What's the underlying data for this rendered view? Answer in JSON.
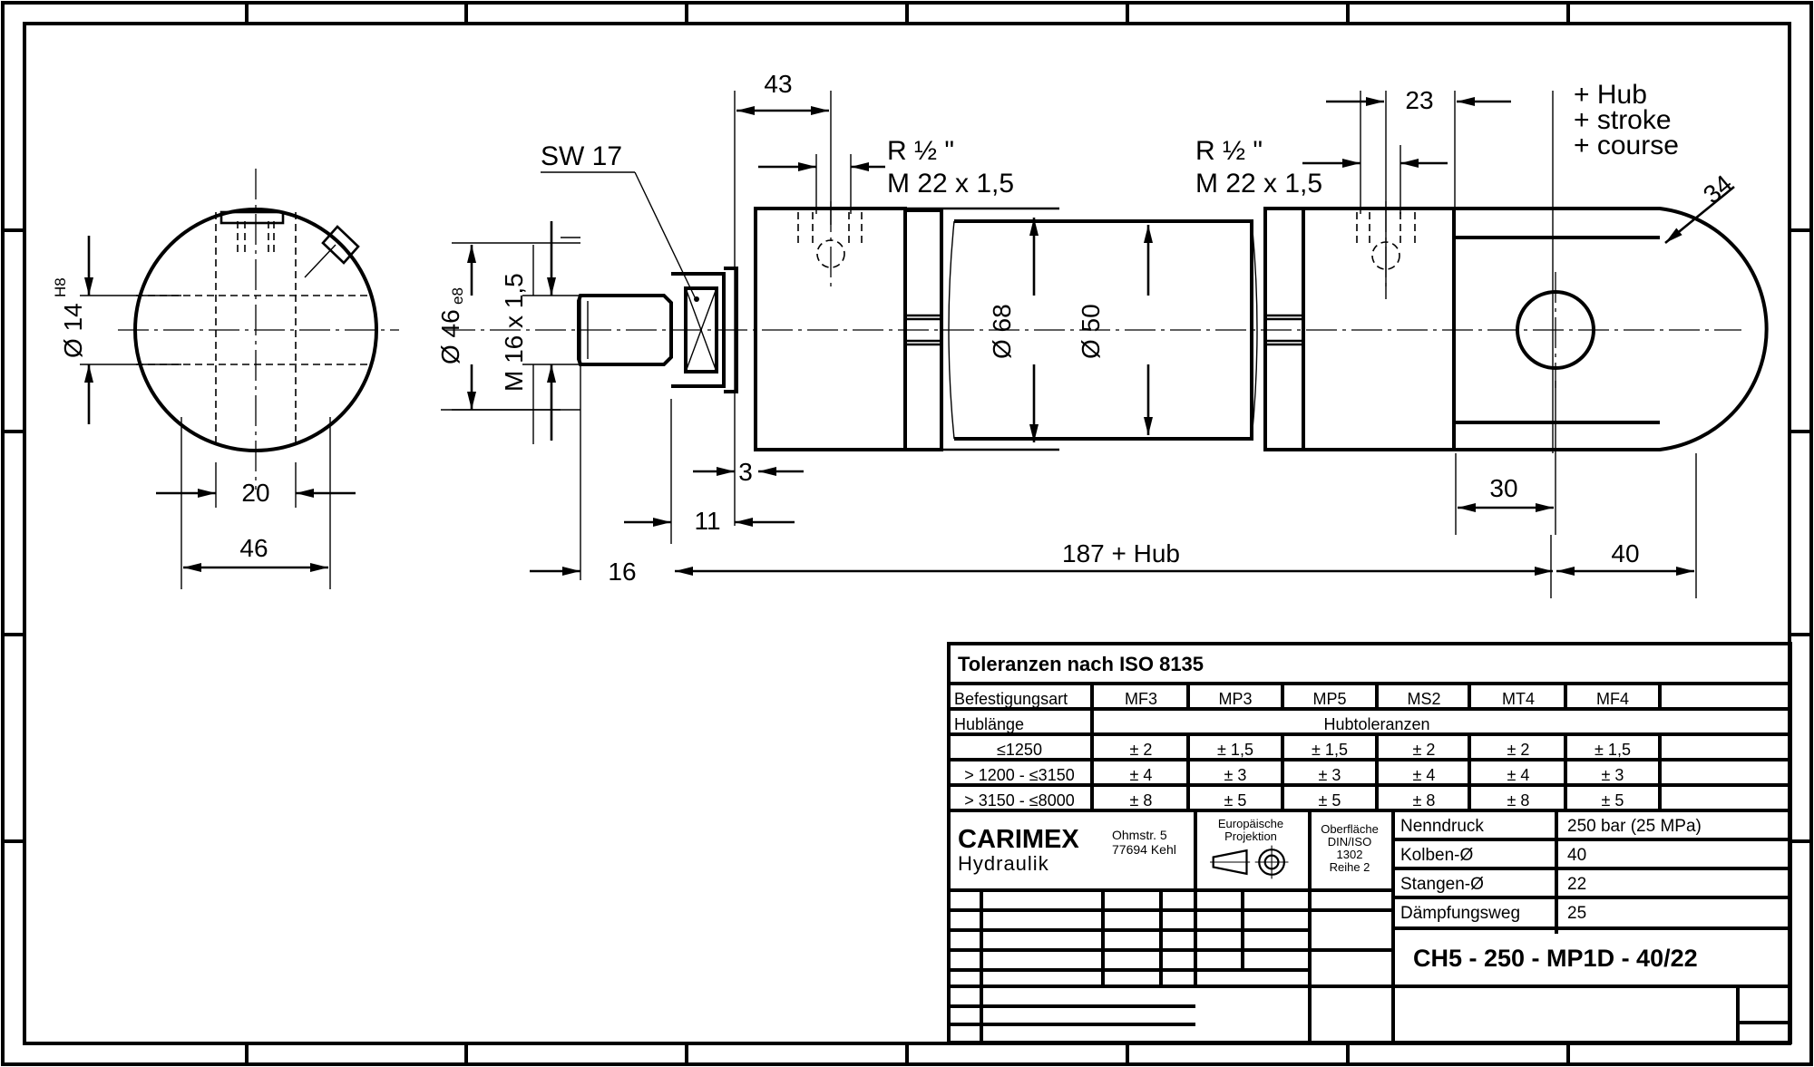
{
  "drawing": {
    "side_view": {
      "bore_dia": "Ø 14",
      "bore_tol": "H8",
      "width_20": "20",
      "width_46": "46"
    },
    "front_view": {
      "dim_43": "43",
      "sw17": "SW 17",
      "port_left_r": "R ½ \"",
      "port_left_m": "M 22 x 1,5",
      "port_right_r": "R ½ \"",
      "port_right_m": "M 22 x 1,5",
      "dim_23": "23",
      "stroke_de": "+ Hub",
      "stroke_en": "+ stroke",
      "stroke_fr": "+ course",
      "radius_34": "34",
      "dia_46": "Ø 46",
      "dia_46_tol": "e8",
      "thread_m16": "M 16 x 1,5",
      "dia_68": "Ø 68",
      "dia_50": "Ø 50",
      "dim_3": "3",
      "dim_11": "11",
      "dim_16": "16",
      "dim_187": "187 + Hub",
      "dim_30": "30",
      "dim_40": "40"
    }
  },
  "title_block": {
    "tolerance_title": "Toleranzen nach ISO 8135",
    "mount_label": "Befestigungsart",
    "mount_types": [
      "MF3",
      "MP3",
      "MP5",
      "MS2",
      "MT4",
      "MF4"
    ],
    "stroke_length_label": "Hublänge",
    "stroke_tol_label": "Hubtoleranzen",
    "tolerance_rows": [
      {
        "range": "≤1250",
        "values": [
          "± 2",
          "± 1,5",
          "± 1,5",
          "± 2",
          "± 2",
          "± 1,5"
        ]
      },
      {
        "range": "> 1200 - ≤3150",
        "values": [
          "± 4",
          "± 3",
          "± 3",
          "± 4",
          "± 4",
          "± 3"
        ]
      },
      {
        "range": "> 3150 - ≤8000",
        "values": [
          "± 8",
          "± 5",
          "± 5",
          "± 8",
          "± 8",
          "± 5"
        ]
      }
    ],
    "company": "CARIMEX",
    "company_sub": "Hydraulik",
    "address_street": "Ohmstr. 5",
    "address_city": "77694 Kehl",
    "projection_l1": "Europäische",
    "projection_l2": "Projektion",
    "surface_l1": "Oberfläche",
    "surface_l2": "DIN/ISO",
    "surface_l3": "1302",
    "surface_l4": "Reihe 2",
    "specs": [
      {
        "label": "Nenndruck",
        "value": "250 bar (25 MPa)"
      },
      {
        "label": "Kolben-Ø",
        "value": "40"
      },
      {
        "label": "Stangen-Ø",
        "value": "22"
      },
      {
        "label": "Dämpfungsweg",
        "value": "25"
      }
    ],
    "part_number": "CH5 - 250 - MP1D - 40/22"
  }
}
